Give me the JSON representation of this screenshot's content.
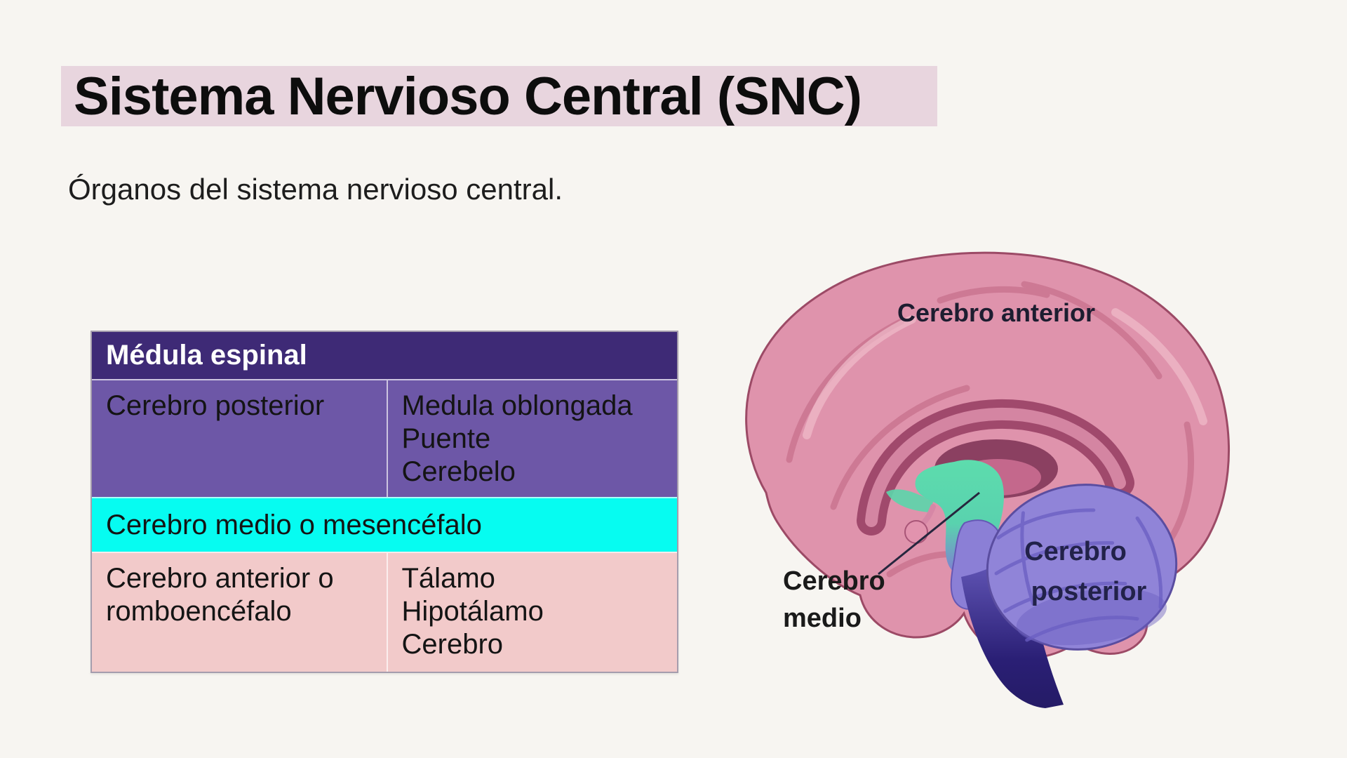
{
  "slide": {
    "title": "Sistema Nervioso Central (SNC)",
    "subtitle": "Órganos del sistema nervioso central."
  },
  "table": {
    "header": "Médula espinal",
    "row_hindbrain": {
      "label": "Cerebro posterior",
      "items": "Medula oblongada\nPuente\nCerebelo"
    },
    "row_midbrain": {
      "label": "Cerebro medio o mesencéfalo"
    },
    "row_forebrain": {
      "label": "Cerebro anterior o\nromboencéfalo",
      "items": "Tálamo\nHipotálamo\nCerebro"
    }
  },
  "diagram": {
    "label_forebrain": "Cerebro anterior",
    "label_midbrain_line1": "Cerebro",
    "label_midbrain_line2": "medio",
    "label_hindbrain_line1": "Cerebro",
    "label_hindbrain_line2": "posterior"
  },
  "colors": {
    "title_highlight": "#e8d5de",
    "table_header_bg": "#3e2a76",
    "table_row_purple": "#6d57a7",
    "table_row_cyan": "#06fcf1",
    "table_row_pink": "#f2caca",
    "brain_pink": "#df93ac",
    "brain_teal": "#5bdcab",
    "brain_cerebellum": "#9084d8",
    "brain_stem": "#2a1f75"
  }
}
